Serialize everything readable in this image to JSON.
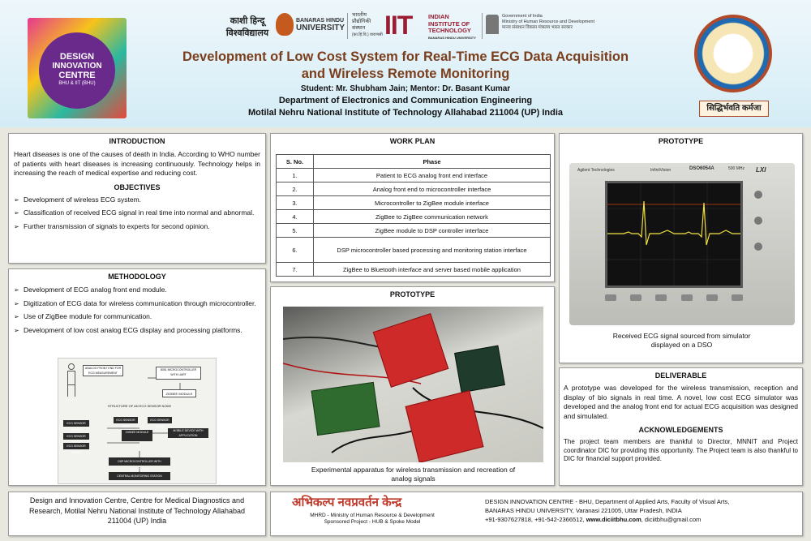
{
  "header": {
    "logos": {
      "bhu_hindi_1": "काशी हिन्दू",
      "bhu_hindi_2": "विश्वविद्यालय",
      "bhu_eng_1": "BANARAS HINDU",
      "bhu_eng_2": "UNIVERSITY",
      "iit_hindi_1": "भारतीय",
      "iit_hindi_2": "प्रौद्योगिकी",
      "iit_hindi_3": "संस्थान",
      "iit_hindi_4": "(का.हि.वि.) वाराणसी",
      "iit_mark": "IIT",
      "iit_eng_1": "INDIAN",
      "iit_eng_2": "INSTITUTE OF",
      "iit_eng_3": "TECHNOLOGY",
      "iit_eng_4": "BANARAS HINDU UNIVERSITY",
      "gov_1": "Government of India",
      "gov_2": "Ministry of Human Resource and Development",
      "gov_3": "मानव संसाधन विकास मंत्रालय भारत सरकार",
      "dic_1": "DESIGN",
      "dic_2": "INNOVATION",
      "dic_3": "CENTRE",
      "dic_4": "BHU & IIT (BHU)",
      "seal_motto": "सिद्धिर्भवति कर्मजा"
    },
    "title_line1": "Development of Low Cost System for Real-Time ECG Data Acquisition",
    "title_line2": "and Wireless Remote Monitoring",
    "student_line": "Student: Mr. Shubham Jain; Mentor: Dr. Basant Kumar",
    "department": "Department of Electronics and Communication Engineering",
    "institute": "Motilal Nehru National Institute of Technology Allahabad 211004 (UP) India"
  },
  "introduction": {
    "heading": "INTRODUCTION",
    "text": "Heart diseases is one of the causes of death in India. According to WHO number of patients with heart diseases is increasing continuously. Technology helps in increasing the reach of medical expertise and reducing cost."
  },
  "objectives": {
    "heading": "OBJECTIVES",
    "items": [
      "Development of wireless ECG system.",
      "Classification of received ECG signal in real time into normal and abnormal.",
      "Further transmission of signals to experts for second opinion."
    ]
  },
  "methodology": {
    "heading": "METHODOLOGY",
    "items": [
      "Development of ECG analog front end module.",
      "Digitization of ECG data for wireless communication through microcontroller.",
      "Use of ZigBee module for communication.",
      "Development of low cost analog ECG display and processing platforms."
    ],
    "diagram": {
      "box1": "ANALOG FRONT END FOR ECG MEASUREMENT",
      "box2": "8051 MICROCONTROLLER WITH UART",
      "box3": "ZIGBEE MODULE",
      "caption": "STRUCTURE OF AN ECG SENSOR NODE",
      "node1": "ECG SENSOR NODE",
      "node2": "ECG SENSOR NODE",
      "node3": "ECG SENSOR NODE",
      "node4": "ECG SENSOR NODE",
      "node5": "ECG SENSOR NODE",
      "hub": "ZIGBEE MODULE",
      "mobile": "MOBILE DEVICE WITH APPLICATION",
      "dsp": "DSP MICROCONTROLLER WITH APPLICATION",
      "station": "CENTRAL MONITORING STATION"
    }
  },
  "workplan": {
    "heading": "WORK PLAN",
    "columns": [
      "S. No.",
      "Phase"
    ],
    "rows": [
      [
        "1.",
        "Patient to ECG analog front end interface"
      ],
      [
        "2.",
        "Analog front end to microcontroller interface"
      ],
      [
        "3.",
        "Microcontroller to ZigBee module interface"
      ],
      [
        "4.",
        "ZigBee to ZigBee communication network"
      ],
      [
        "5.",
        "ZigBee module to DSP controller interface"
      ],
      [
        "6.",
        "DSP microcontroller based processing and monitoring station interface"
      ],
      [
        "7.",
        "ZigBee to Bluetooth interface and server based mobile application"
      ]
    ]
  },
  "prototype_mid": {
    "heading": "PROTOTYPE",
    "caption_1": "Experimental apparatus for wireless transmission and recreation of",
    "caption_2": "analog signals"
  },
  "prototype_right": {
    "heading": "PROTOTYPE",
    "scope_brand": "Agilent Technologies",
    "scope_model_1": "InfiniiVision",
    "scope_model_2": "DSO6054A",
    "scope_spec": "500 MHz",
    "scope_corner": "LXI",
    "caption_1": "Received ECG signal sourced from simulator",
    "caption_2": "displayed on a DSO"
  },
  "deliverable": {
    "heading": "DELIVERABLE",
    "text": "A prototype was developed for the wireless transmission, reception and display of bio signals in real time. A novel, low cost ECG simulator was developed and the analog front end for actual ECG acquisition was designed and simulated."
  },
  "acknowledgements": {
    "heading": "ACKNOWLEDGEMENTS",
    "text": "The project team members are thankful to Director, MNNIT and Project coordinator DIC for providing this opportunity. The Project team is also  thankful to DIC for financial support provided."
  },
  "footer": {
    "left_1": "Design and Innovation Centre, Centre for Medical Diagnostics and",
    "left_2": "Research, Motilal Nehru National Institute of Technology Allahabad",
    "left_3": "211004 (UP) India",
    "center_title": "अभिकल्प नवप्रवर्तन केन्द्र",
    "center_1": "MHRD - Ministry of Human Resource & Development",
    "center_2": "Sponsored Project - HUB & Spoke Model",
    "right_1": "DESIGN INNOVATION CENTRE - BHU, Department of Applied Arts, Faculty of Visual Arts,",
    "right_2": "BANARAS HINDU UNIVERSITY, Varanasi 221005, Uttar Pradesh, INDIA",
    "right_phone": "+91-9307627818, +91-542-2366512, ",
    "right_web": "www.diciitbhu.com",
    "right_email": ", diciitbhu@gmail.com"
  },
  "colors": {
    "title": "#7a3e1c",
    "header_bg": "#dcf0f8",
    "iit_red": "#9b1b30",
    "dic_purple": "#6a2a8c",
    "hindi_red": "#c0392b"
  }
}
